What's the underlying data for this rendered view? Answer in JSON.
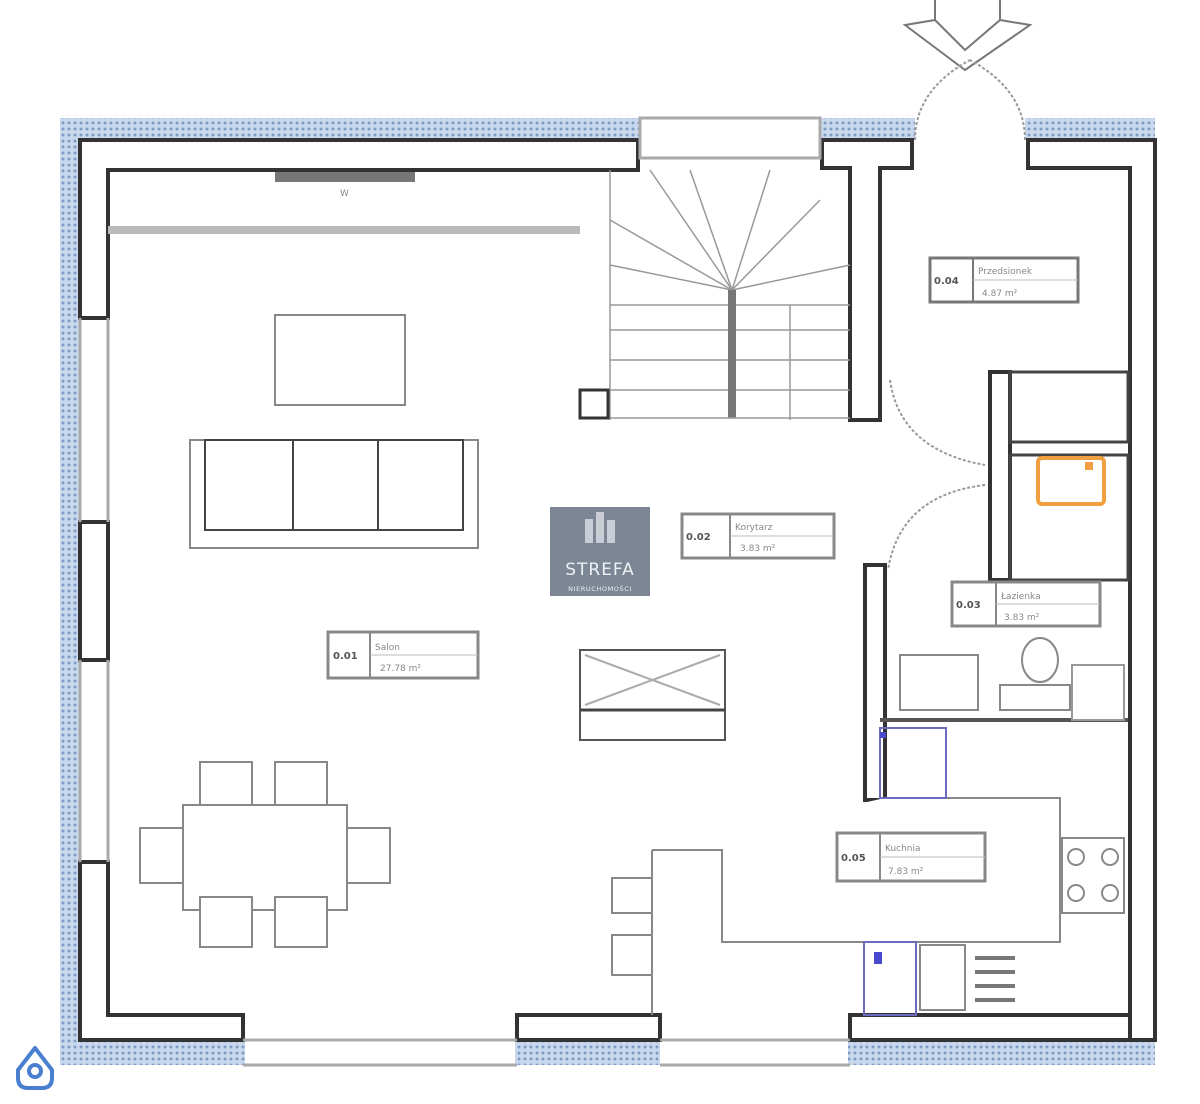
{
  "plan": {
    "rooms": [
      {
        "number": "0.01",
        "name": "Salon",
        "area": "27.78 m²"
      },
      {
        "number": "0.02",
        "name": "Korytarz",
        "area": "3.83 m²"
      },
      {
        "number": "0.03",
        "name": "Łazienka",
        "area": "3.83 m²"
      },
      {
        "number": "0.04",
        "name": "Przedsionek",
        "area": "4.87 m²"
      },
      {
        "number": "0.05",
        "name": "Kuchnia",
        "area": "7.83 m²"
      }
    ],
    "window_tag": "W"
  },
  "logo": {
    "title": "STREFA",
    "subtitle": "NIERUCHOMOŚCI"
  },
  "colors": {
    "wall": "#444444",
    "insulation": "#9fb8d8",
    "sink": "#f0a040",
    "logo_bg": "#7c8694",
    "brand_icon": "#4a7fd0"
  }
}
